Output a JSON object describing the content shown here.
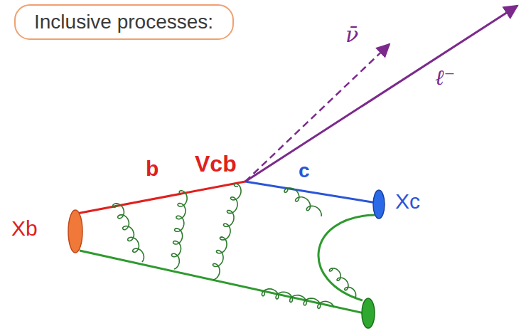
{
  "diagram": {
    "nodes": [
      {
        "text": [
          "Inclusive processes:"
        ]
      }
    ],
    "labels": [
      "ν̄",
      "ℓ⁻",
      "b",
      "Vcb",
      "c",
      "Xb",
      "Xc"
    ]
  }
}
